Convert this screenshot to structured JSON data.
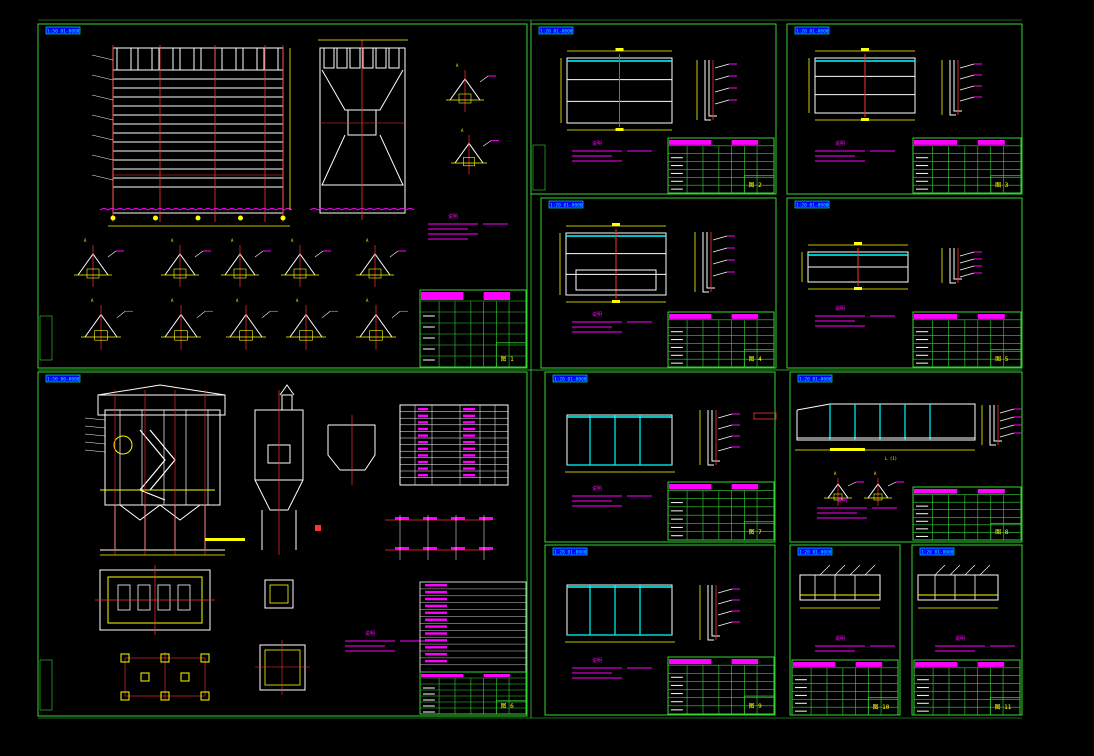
{
  "colors": {
    "frame": "#35d435",
    "line": "#ffffff",
    "dim": "#ffff00",
    "accent": "#ff00ff",
    "red": "#ff3030",
    "cyan": "#00ffff",
    "title_fill": "#0000ff",
    "title_text": "#00ffff"
  },
  "panels": [
    {
      "id": "p1",
      "title": "1:50 01-0000"
    },
    {
      "id": "p2",
      "title": "1:20 01-0000"
    },
    {
      "id": "p3",
      "title": "1:20 01-0000"
    },
    {
      "id": "p4",
      "title": "1:20 01-0000"
    },
    {
      "id": "p5",
      "title": "1:20 01-0000"
    },
    {
      "id": "p6",
      "title": "1:50 00-0000"
    },
    {
      "id": "p7",
      "title": "1:20 01-0000"
    },
    {
      "id": "p8",
      "title": "1:20 01-0000"
    },
    {
      "id": "p9",
      "title": "1:20 01-0000"
    },
    {
      "id": "p10",
      "title": "1:20 01-0000"
    },
    {
      "id": "p11",
      "title": "1:20 01-0000"
    }
  ],
  "sheet_numbers": [
    "图 1",
    "图 2",
    "图 3",
    "图 4",
    "图 5",
    "图 6",
    "图 7",
    "图 8",
    "图 9",
    "图 10",
    "图 11"
  ],
  "notes_heading": "说明",
  "detail_label": "A",
  "dim_label": "L (1)"
}
